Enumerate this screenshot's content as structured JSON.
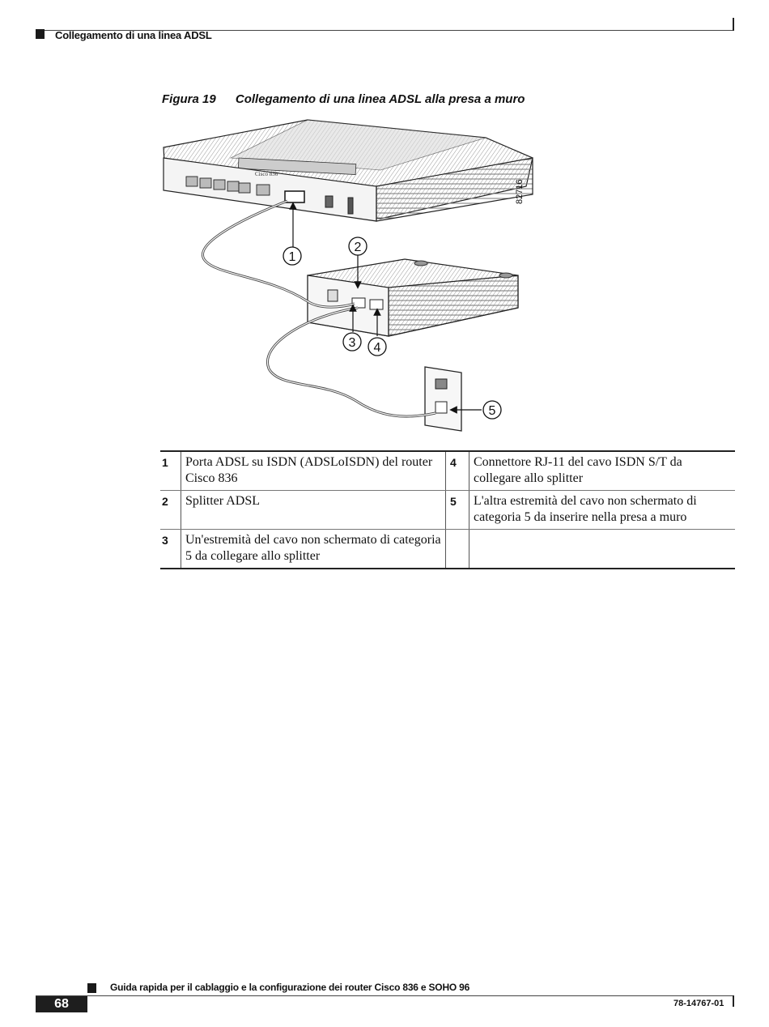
{
  "header": {
    "title": "Collegamento di una linea ADSL"
  },
  "figure": {
    "label": "Figura 19",
    "title": "Collegamento di una linea ADSL alla presa a muro",
    "number": "82716",
    "device_label": "Cisco 836",
    "callouts": [
      "1",
      "2",
      "3",
      "4",
      "5"
    ]
  },
  "legend": {
    "rows": [
      {
        "n1": "1",
        "d1": "Porta ADSL su ISDN (ADSLoISDN) del router Cisco 836",
        "n2": "4",
        "d2": "Connettore RJ-11 del cavo ISDN S/T da collegare allo splitter"
      },
      {
        "n1": "2",
        "d1": "Splitter ADSL",
        "n2": "5",
        "d2": "L'altra estremità del cavo non schermato di categoria 5 da inserire nella presa a muro"
      },
      {
        "n1": "3",
        "d1": "Un'estremità del cavo non schermato di categoria 5 da collegare allo splitter",
        "n2": "",
        "d2": ""
      }
    ]
  },
  "footer": {
    "title": "Guida rapida per il cablaggio e la configurazione dei router Cisco 836 e SOHO 96",
    "page": "68",
    "doc_code": "78-14767-01"
  }
}
